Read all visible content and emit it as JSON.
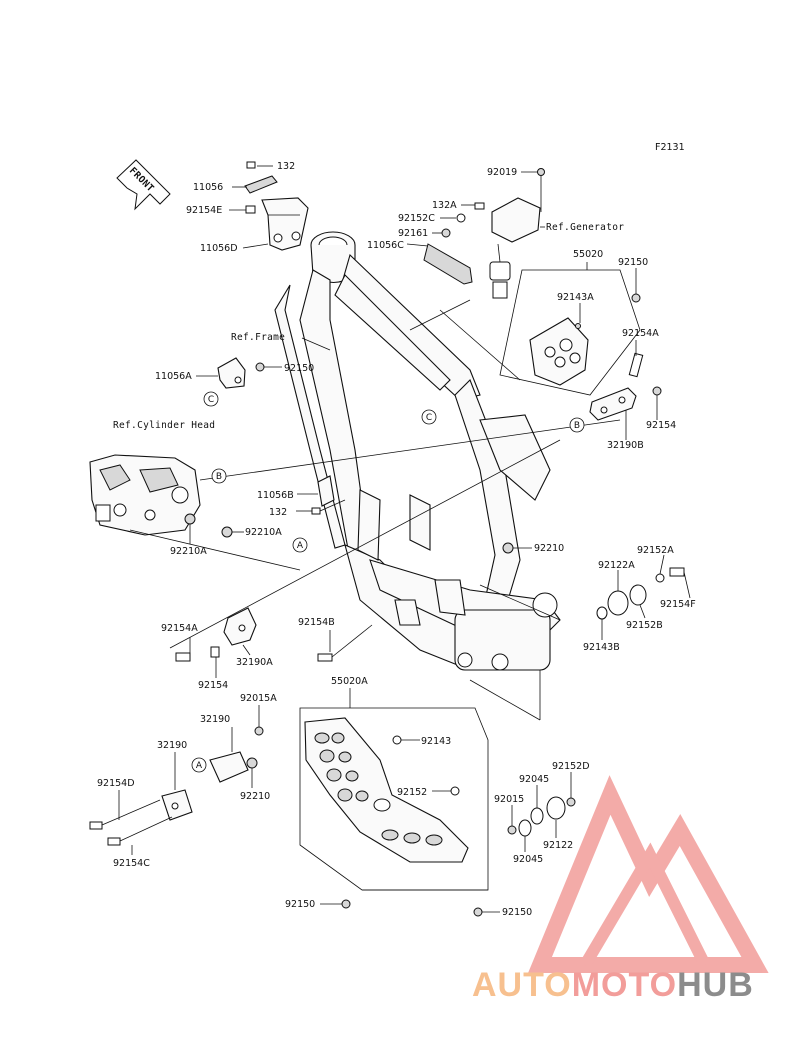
{
  "figure_code": "F2131",
  "front_label": "FRONT",
  "references": {
    "frame": "Ref.Frame",
    "cylinder_head": "Ref.Cylinder Head",
    "generator": "Ref.Generator"
  },
  "callouts": [
    "A",
    "B",
    "C"
  ],
  "part_numbers": [
    "132",
    "11056",
    "92154E",
    "11056D",
    "92019",
    "132A",
    "92152C",
    "92161",
    "11056C",
    "55020",
    "92150",
    "92143A",
    "92154A",
    "92154",
    "32190B",
    "11056A",
    "92150",
    "11056B",
    "132",
    "92210A",
    "92210A",
    "92210",
    "92152A",
    "92122A",
    "92154F",
    "92152B",
    "92143B",
    "92154A",
    "92154B",
    "32190A",
    "92154",
    "55020A",
    "92143",
    "92152",
    "92150",
    "92150",
    "92015A",
    "32190",
    "32190",
    "92210",
    "92154D",
    "92154C",
    "92152D",
    "92045",
    "92015",
    "92122",
    "92045"
  ],
  "watermark": {
    "auto": "AUTO",
    "moto": "MOTO",
    "hub": "HUB",
    "colors": {
      "triangle": "#f29d9a",
      "auto": "#f7c08f",
      "moto": "#f29d9a",
      "hub": "#8c8c8c"
    }
  }
}
